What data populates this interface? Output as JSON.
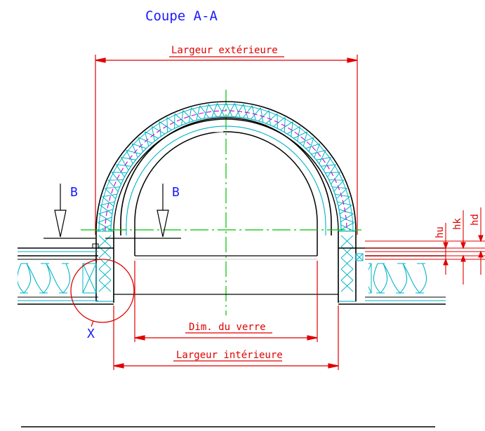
{
  "title": "Coupe A-A",
  "dimensions": {
    "outer_width": "Largeur extérieure",
    "glass": "Dim. du verre",
    "inner_width": "Largeur intérieure",
    "hu": "hu",
    "hk": "hk",
    "hd": "hd"
  },
  "section_markers": {
    "left": "B",
    "right": "B"
  },
  "detail_marker": "X",
  "colors": {
    "title": "#1a1aff",
    "dimension": "#e00000",
    "outline": "#000000",
    "insulation": "#00b4c8",
    "centerline": "#00c000",
    "dashed_arc": "#d000d0",
    "section_marker": "#1a1aff"
  }
}
